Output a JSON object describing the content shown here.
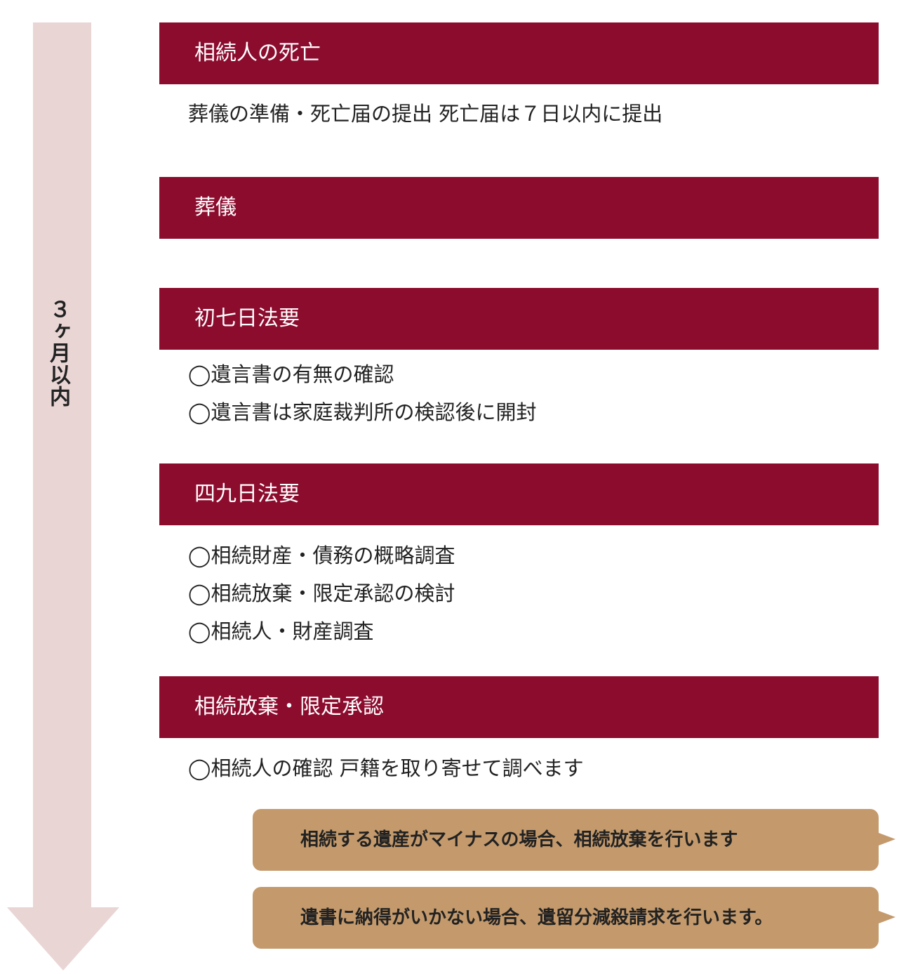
{
  "timeline_label": "３ヶ月以内",
  "steps": [
    {
      "title": "相続人の死亡",
      "items": [
        "葬儀の準備・死亡届の提出 死亡届は７日以内に提出"
      ]
    },
    {
      "title": "葬儀",
      "items": []
    },
    {
      "title": "初七日法要",
      "items": [
        "◯遺言書の有無の確認",
        "◯遺言書は家庭裁判所の検認後に開封"
      ]
    },
    {
      "title": "四九日法要",
      "items": [
        "◯相続財産・債務の概略調査",
        "◯相続放棄・限定承認の検討",
        "◯相続人・財産調査"
      ]
    },
    {
      "title": "相続放棄・限定承認",
      "items": [
        "◯相続人の確認 戸籍を取り寄せて調べます"
      ]
    }
  ],
  "notes": [
    "相続する遺産がマイナスの場合、相続放棄を行います",
    "遺書に納得がいかない場合、遺留分減殺請求を行います。"
  ],
  "colors": {
    "header": "#8c0c2e",
    "arrow": "#ead5d5",
    "note": "#c49a6c"
  }
}
